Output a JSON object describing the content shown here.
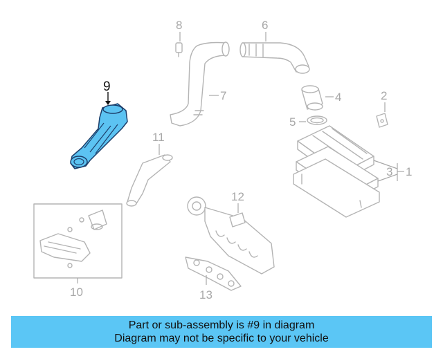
{
  "diagram": {
    "callouts": {
      "c1": "1",
      "c2": "2",
      "c3": "3",
      "c4": "4",
      "c5": "5",
      "c6": "6",
      "c7": "7",
      "c8": "8",
      "c9": "9",
      "c10": "10",
      "c11": "11",
      "c12": "12",
      "c13": "13"
    },
    "highlighted_part": "9",
    "highlight_color": "#5cc3f2",
    "line_color": "#b4b4b4"
  },
  "banner": {
    "line1": "Part or sub-assembly is #9 in diagram",
    "line2": "Diagram may not be specific to your vehicle",
    "background": "#5bc6f5"
  }
}
